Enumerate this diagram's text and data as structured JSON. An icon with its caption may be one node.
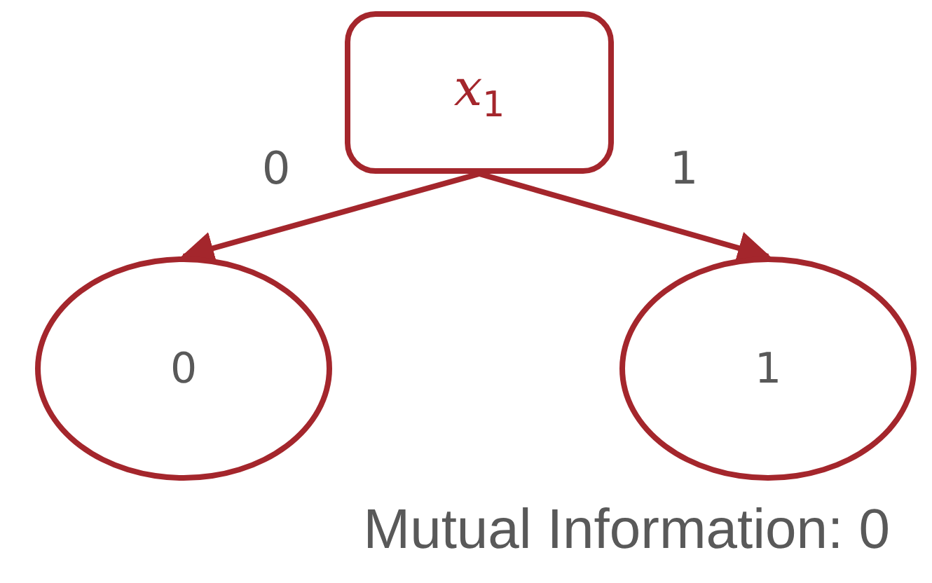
{
  "diagram": {
    "caption": "Mutual Information: 0",
    "nodes": [
      {
        "text": [
          "*x*$_{1}$"
        ]
      },
      {
        "text": [
          "0"
        ]
      },
      {
        "text": [
          "1"
        ]
      }
    ],
    "edges": [
      {
        "from": 0,
        "to": 1,
        "arrow": "to",
        "label": "0"
      },
      {
        "from": 0,
        "to": 2,
        "arrow": "to",
        "label": "1"
      }
    ]
  }
}
